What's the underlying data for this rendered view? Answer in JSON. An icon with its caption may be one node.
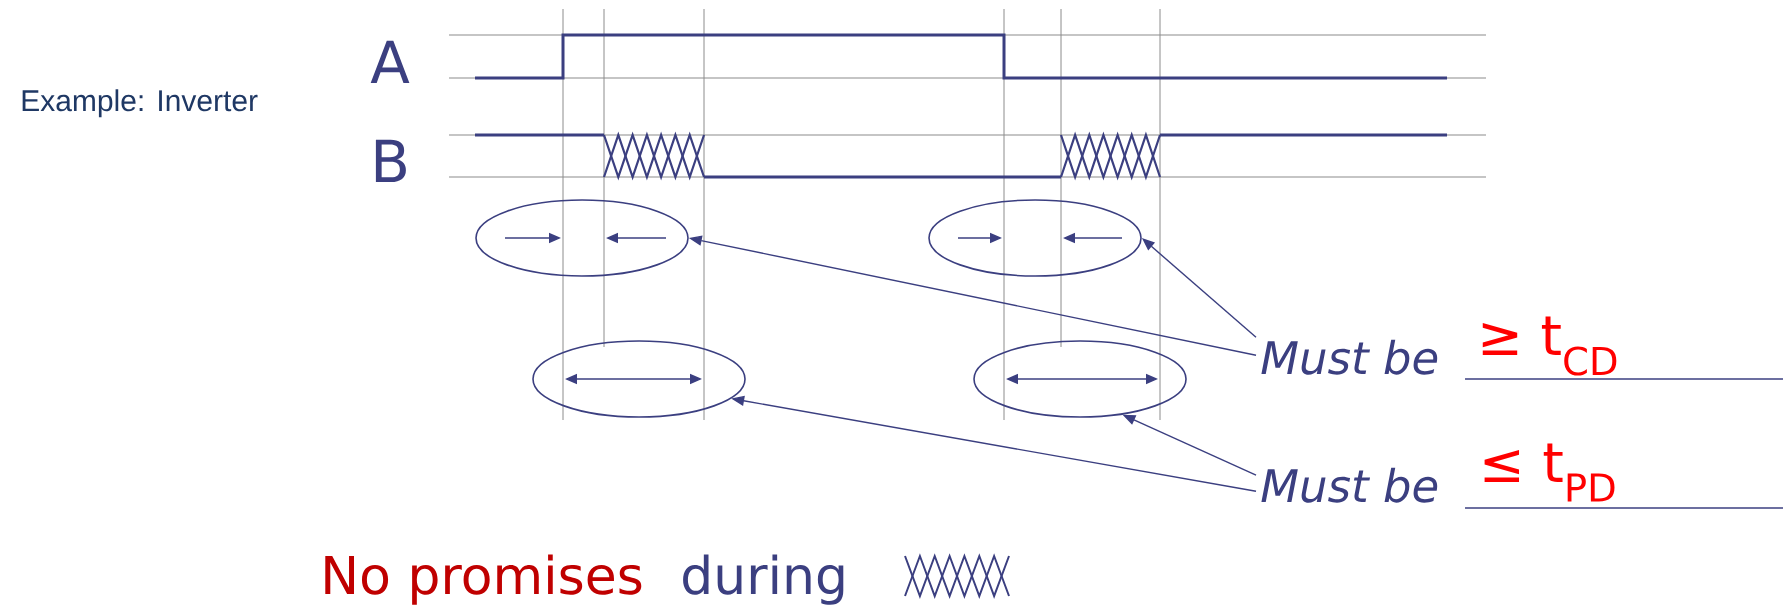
{
  "diagram": {
    "nodes": [
      {
        "text": [
          "Must be"
        ]
      },
      {
        "text": [
          "Must be"
        ]
      },
      {
        "text": [],
        "shape": "ellipse"
      },
      {
        "text": [],
        "shape": "ellipse"
      },
      {
        "text": [],
        "shape": "ellipse"
      },
      {
        "text": [],
        "shape": "ellipse"
      }
    ],
    "edges": [
      {
        "from": 0,
        "to": 2,
        "arrow": "to"
      },
      {
        "from": 0,
        "to": 3,
        "arrow": "to"
      },
      {
        "from": 1,
        "to": 4,
        "arrow": "to"
      },
      {
        "from": 1,
        "to": 5,
        "arrow": "to"
      }
    ],
    "labels": [
      "Example: Inverter",
      "A",
      "B",
      "≥ t$_{CD}$",
      "≤ t$_{PD}$",
      "No promises",
      "during"
    ]
  }
}
